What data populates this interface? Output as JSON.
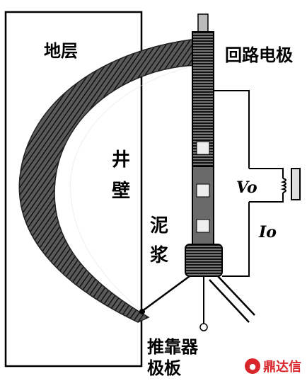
{
  "labels": {
    "formation": "地层",
    "return_electrode": "回路电极",
    "borehole_wall_1": "井",
    "borehole_wall_2": "壁",
    "mud_1": "泥",
    "mud_2": "浆",
    "pad_line1": "推靠器",
    "pad_line2": "极板",
    "voltage": "Vo",
    "current": "Io"
  },
  "watermark": {
    "text": "鼎达信",
    "color": "#d8262c"
  }
}
